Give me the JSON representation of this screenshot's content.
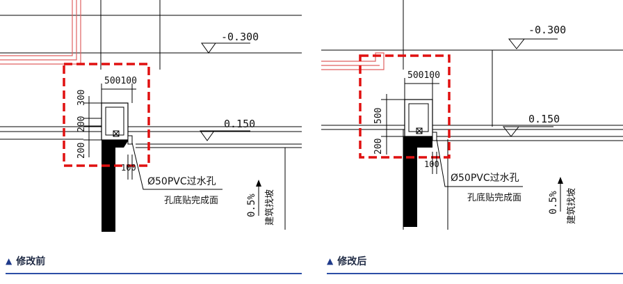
{
  "panels": [
    {
      "caption": "修改前",
      "elev_top": "-0.300",
      "elev_mid": "0.150",
      "dim_horizontal": "500100",
      "dim_vertical_labels": [
        "300",
        "200",
        "200"
      ],
      "dim_bottom": "100",
      "note_line1": "Ø50PVC过水孔",
      "note_line2": "孔底贴完成面",
      "slope_pct": "0.5%",
      "slope_text": "建筑找坡"
    },
    {
      "caption": "修改后",
      "elev_top": "-0.300",
      "elev_mid": "0.150",
      "dim_horizontal": "500100",
      "dim_vertical_labels": [
        "500",
        "200"
      ],
      "dim_bottom": "100",
      "note_line1": "Ø50PVC过水孔",
      "note_line2": "孔底贴完成面",
      "slope_pct": "0.5%",
      "slope_text": "建筑找坡"
    }
  ],
  "colors": {
    "highlight": "#e01010",
    "pipe": "#e06060",
    "accent": "#2c4ea6"
  },
  "icons": {
    "caption": "triangle-up-icon"
  }
}
